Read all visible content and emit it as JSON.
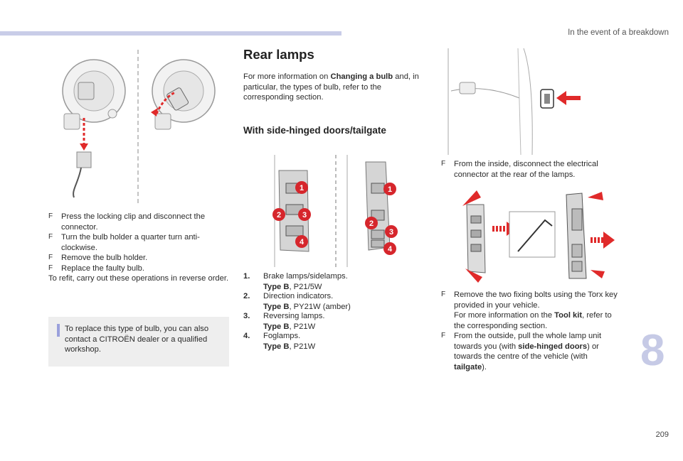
{
  "header": {
    "section_title": "In the event of a breakdown",
    "chapter_tab": "8",
    "page_number": "209"
  },
  "left": {
    "instructions": [
      "Press the locking clip and disconnect the connector.",
      "Turn the bulb holder a quarter turn anti-clockwise.",
      "Remove the bulb holder.",
      "Replace the faulty bulb."
    ],
    "refit_text": "To refit, carry out these operations in reverse order.",
    "note": "To replace this type of bulb, you can also contact a CITROËN dealer or a qualified workshop."
  },
  "middle": {
    "title": "Rear lamps",
    "intro_prefix": "For more information on ",
    "intro_bold": "Changing a bulb",
    "intro_suffix": " and, in particular, the types of bulb, refer to the corresponding section.",
    "subtitle": "With side-hinged doors/tailgate",
    "callouts": [
      "1",
      "2",
      "3",
      "4"
    ],
    "bulb_list": [
      {
        "num": "1.",
        "label": "Brake lamps/sidelamps.",
        "type_label": "Type B",
        "spec": ", P21/5W"
      },
      {
        "num": "2.",
        "label": "Direction indicators.",
        "type_label": "Type B",
        "spec": ", PY21W (amber)"
      },
      {
        "num": "3.",
        "label": "Reversing lamps.",
        "type_label": "Type B",
        "spec": ", P21W"
      },
      {
        "num": "4.",
        "label": "Foglamps.",
        "type_label": "Type B",
        "spec": ", P21W"
      }
    ]
  },
  "right": {
    "step1": "From the inside, disconnect the electrical connector at the rear of the lamps.",
    "step2_line1": "Remove the two fixing bolts using the Torx key provided in your vehicle.",
    "step2_more_prefix": "For more information on the ",
    "step2_more_bold": "Tool kit",
    "step2_more_suffix": ", refer to the corresponding section.",
    "step3_prefix": "From the outside, pull the whole lamp unit towards you (with ",
    "step3_bold1": "side-hinged doors",
    "step3_mid": ") or towards the centre of the vehicle (with ",
    "step3_bold2": "tailgate",
    "step3_suffix": ")."
  },
  "colors": {
    "accent_bar": "#c9cde8",
    "tab": "#c6cae6",
    "note_bg": "#eeeeee",
    "note_bar": "#9aa0dc",
    "callout_red": "#d6262c",
    "arrow_red": "#e02a2a"
  }
}
